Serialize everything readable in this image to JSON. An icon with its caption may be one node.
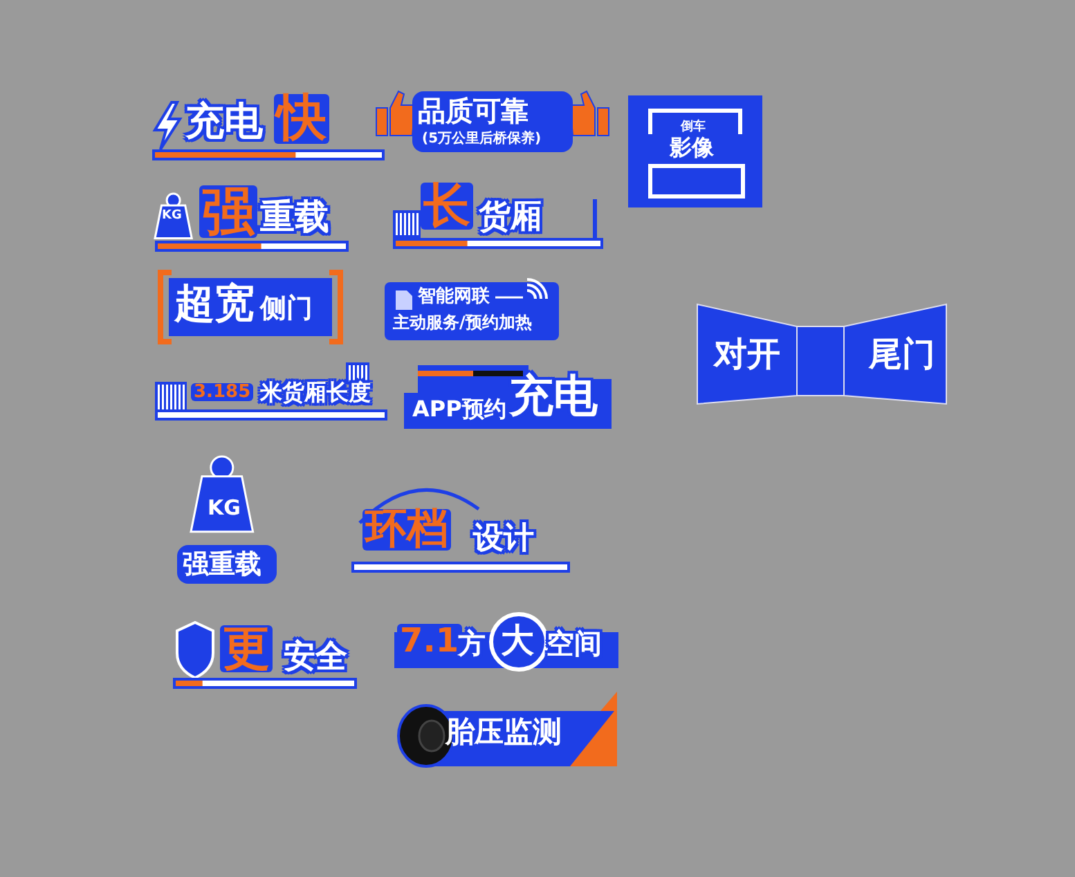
{
  "diagram": {
    "nodes": [
      {
        "text": [
          "充电",
          "快"
        ]
      },
      {
        "text": [
          "品质可靠",
          "(5万公里后桥保养)"
        ]
      },
      {
        "text": [
          "倒车",
          "影像"
        ]
      },
      {
        "text": [
          "KG",
          "强",
          "重载"
        ]
      },
      {
        "text": [
          "长",
          "货厢"
        ]
      },
      {
        "text": [
          "超宽",
          "侧门"
        ]
      },
      {
        "text": [
          "智能网联",
          "主动服务/预约加热"
        ]
      },
      {
        "text": [
          "对开",
          "尾门"
        ]
      },
      {
        "text": [
          "3.185",
          "米货厢长度"
        ]
      },
      {
        "text": [
          "APP预约",
          "充电"
        ]
      },
      {
        "text": [
          "KG",
          "强重载"
        ]
      },
      {
        "text": [
          "环档",
          "设计"
        ]
      },
      {
        "text": [
          "更",
          "安全"
        ]
      },
      {
        "text": [
          "7.1",
          "方",
          "大",
          "空间"
        ]
      },
      {
        "text": [
          "胎压监测"
        ]
      }
    ]
  }
}
